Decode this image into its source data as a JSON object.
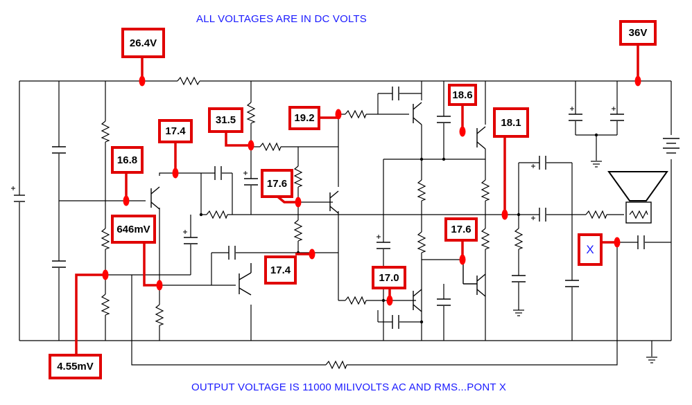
{
  "notes": {
    "top": "ALL VOLTAGES ARE IN DC VOLTS",
    "bottom": "OUTPUT VOLTAGE IS 11000 MILIVOLTS AC AND RMS...PONT X"
  },
  "probes": {
    "p26_4": "26.4V",
    "p36": "36V",
    "p31_5": "31.5",
    "p19_2": "19.2",
    "p18_6": "18.6",
    "p18_1": "18.1",
    "p17_4_top": "17.4",
    "p16_8": "16.8",
    "p17_6_mid": "17.6",
    "p646": "646mV",
    "p17_4_low": "17.4",
    "p17_0": "17.0",
    "p17_6_right": "17.6",
    "pX": "X",
    "p4_55": "4.55mV"
  },
  "colors": {
    "wire": "#000000",
    "probe_border": "#e00000",
    "probe_dot": "#ff0000",
    "note_text": "#1a1aff"
  }
}
